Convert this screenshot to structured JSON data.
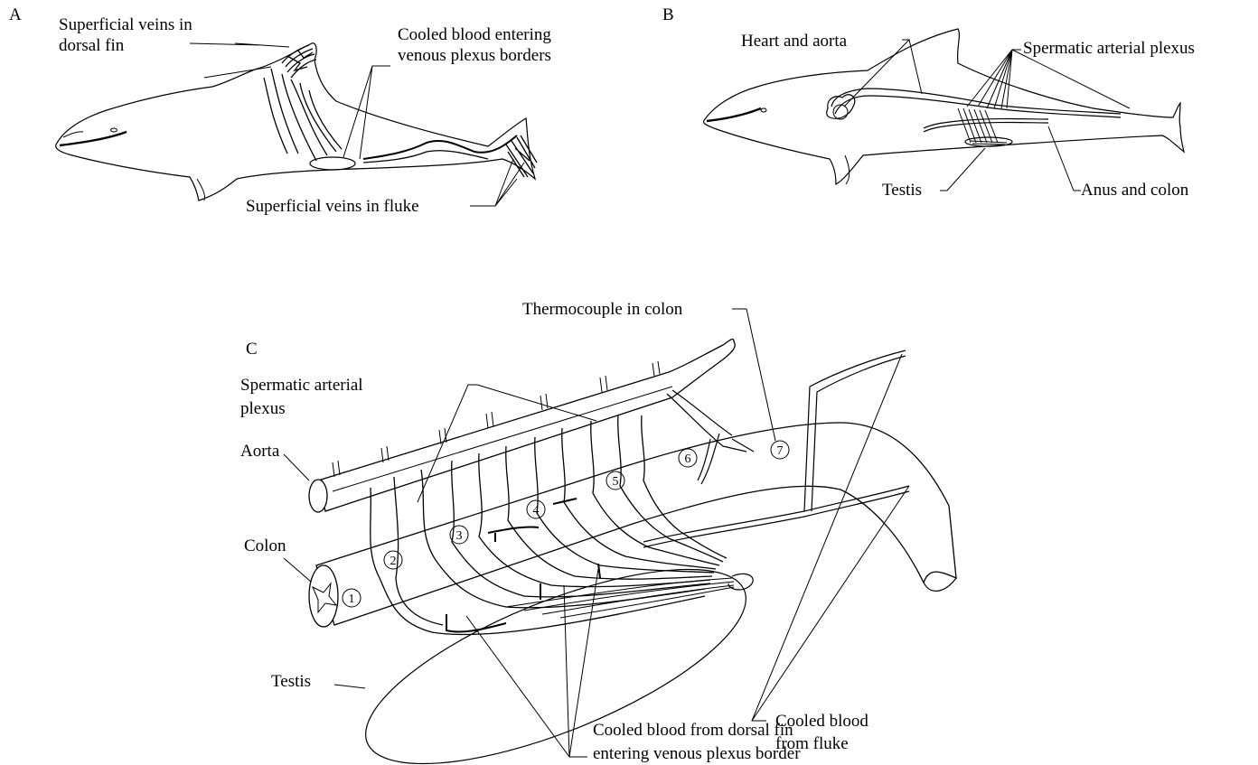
{
  "panels": {
    "a": {
      "letter": "A",
      "label_dorsal_veins_1": "Superficial veins in",
      "label_dorsal_veins_2": "dorsal fin",
      "label_cooled_1": "Cooled blood entering",
      "label_cooled_2": "venous plexus borders",
      "label_fluke_veins": "Superficial veins in fluke"
    },
    "b": {
      "letter": "B",
      "label_heart": "Heart and aorta",
      "label_plexus": "Spermatic arterial plexus",
      "label_testis": "Testis",
      "label_anus": "Anus and colon"
    },
    "c": {
      "letter": "C",
      "label_thermocouple": "Thermocouple in colon",
      "label_plexus_1": "Spermatic arterial",
      "label_plexus_2": "plexus",
      "label_aorta": "Aorta",
      "label_colon": "Colon",
      "label_testis": "Testis",
      "label_fluke_1": "Cooled blood",
      "label_fluke_2": "from fluke",
      "label_dorsal_1": "Cooled blood from dorsal fin",
      "label_dorsal_2": "entering venous plexus border",
      "markers": [
        "1",
        "2",
        "3",
        "4",
        "5",
        "6",
        "7"
      ]
    }
  }
}
